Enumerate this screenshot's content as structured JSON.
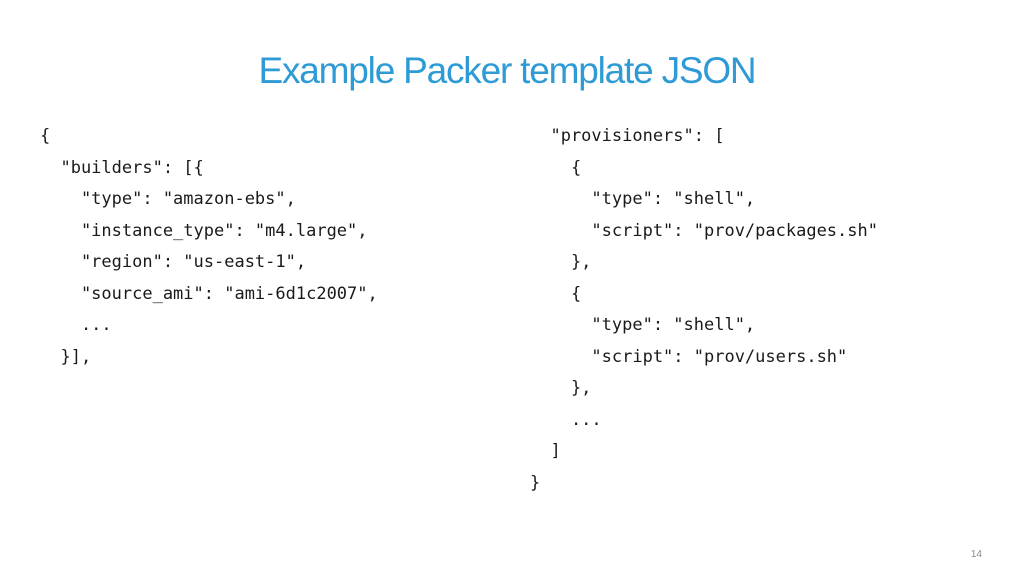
{
  "slide": {
    "title": "Example Packer template JSON",
    "title_color": "#2f9bd6",
    "page_number": "14",
    "code_left": [
      "{",
      "  \"builders\": [{",
      "    \"type\": \"amazon-ebs\",",
      "    \"instance_type\": \"m4.large\",",
      "    \"region\": \"us-east-1\",",
      "    \"source_ami\": \"ami-6d1c2007\",",
      "    ...",
      "  }],"
    ],
    "code_right": [
      "  \"provisioners\": [",
      "    {",
      "      \"type\": \"shell\",",
      "      \"script\": \"prov/packages.sh\"",
      "    },",
      "    {",
      "      \"type\": \"shell\",",
      "      \"script\": \"prov/users.sh\"",
      "    },",
      "    ...",
      "  ]",
      "}"
    ]
  }
}
